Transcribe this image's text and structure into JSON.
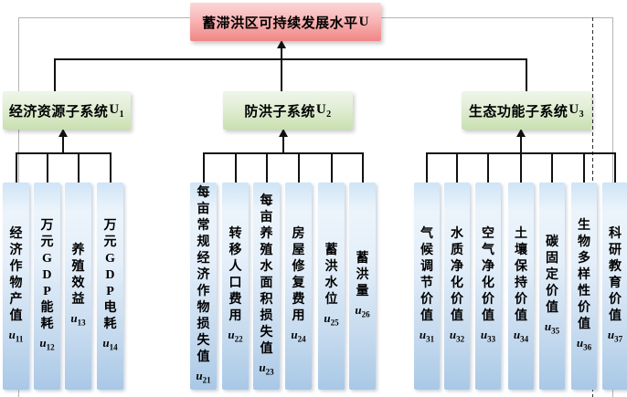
{
  "colors": {
    "top_box_pink": "#f28a8a",
    "subsystem_box_green": "#c9e0b0",
    "indicator_box_blue": "#a9c8e6",
    "connector_black": "#111111",
    "connector_gray": "#b4b4b4"
  },
  "title": {
    "text": "蓄滞洪区可持续发展水平",
    "code_base": "U"
  },
  "subsystems": [
    {
      "label": "经济资源子系统",
      "code_base": "U",
      "code_sub": "1",
      "indicators": [
        {
          "text": "经济作物产值",
          "code_base": "u",
          "code_sub": "11"
        },
        {
          "text": "万元GDP能耗",
          "code_base": "u",
          "code_sub": "12"
        },
        {
          "text": "养殖效益",
          "code_base": "u",
          "code_sub": "13"
        },
        {
          "text": "万元GDP电耗",
          "code_base": "u",
          "code_sub": "14"
        }
      ]
    },
    {
      "label": "防洪子系统",
      "code_base": "U",
      "code_sub": "2",
      "indicators": [
        {
          "text": "每亩常规经济作物损失值",
          "code_base": "u",
          "code_sub": "21"
        },
        {
          "text": "转移人口费用",
          "code_base": "u",
          "code_sub": "22"
        },
        {
          "text": "每亩养殖水面积损失值",
          "code_base": "u",
          "code_sub": "23"
        },
        {
          "text": "房屋修复费用",
          "code_base": "u",
          "code_sub": "24"
        },
        {
          "text": "蓄洪水位",
          "code_base": "u",
          "code_sub": "25"
        },
        {
          "text": "蓄洪量",
          "code_base": "u",
          "code_sub": "26"
        }
      ]
    },
    {
      "label": "生态功能子系统",
      "code_base": "U",
      "code_sub": "3",
      "indicators": [
        {
          "text": "气候调节价值",
          "code_base": "u",
          "code_sub": "31"
        },
        {
          "text": "水质净化价值",
          "code_base": "u",
          "code_sub": "32"
        },
        {
          "text": "空气净化价值",
          "code_base": "u",
          "code_sub": "33"
        },
        {
          "text": "土壤保持价值",
          "code_base": "u",
          "code_sub": "34"
        },
        {
          "text": "碳固定价值",
          "code_base": "u",
          "code_sub": "35"
        },
        {
          "text": "生物多样性价值",
          "code_base": "u",
          "code_sub": "36"
        },
        {
          "text": "科研教育价值",
          "code_base": "u",
          "code_sub": "37"
        }
      ]
    }
  ]
}
